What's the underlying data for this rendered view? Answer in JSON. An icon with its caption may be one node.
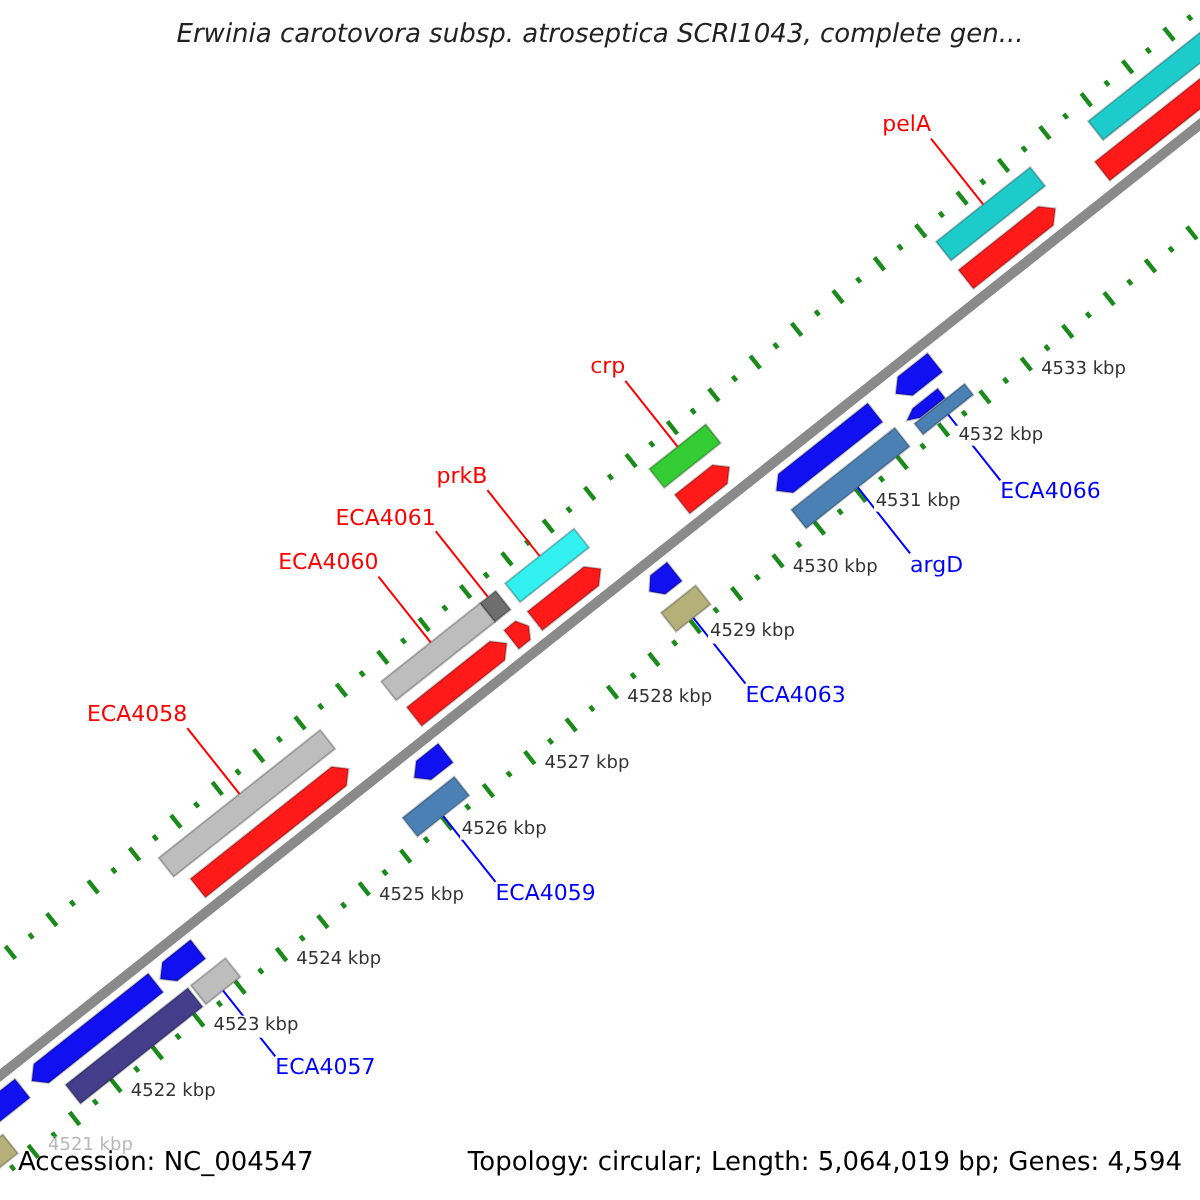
{
  "diagram": {
    "title": "Erwinia carotovora subsp. atroseptica SCRI1043, complete gen...",
    "nodes": [
      {
        "text": [
          "pelA"
        ]
      },
      {
        "text": [
          "crp"
        ]
      },
      {
        "text": [
          "prkB"
        ]
      },
      {
        "text": [
          "ECA4061"
        ]
      },
      {
        "text": [
          "ECA4066"
        ]
      },
      {
        "text": [
          "ECA4060"
        ]
      },
      {
        "text": [
          "argD"
        ]
      },
      {
        "text": [
          "ECA4058"
        ]
      },
      {
        "text": [
          "ECA4063"
        ]
      },
      {
        "text": [
          "ECA4059"
        ]
      },
      {
        "text": [
          "ECA4057"
        ]
      },
      {
        "text": [],
        "shape": "bar"
      },
      {
        "text": [],
        "shape": "bar"
      },
      {
        "text": [],
        "shape": "bar"
      },
      {
        "text": [],
        "shape": "bar"
      },
      {
        "text": [],
        "shape": "bar"
      },
      {
        "text": [],
        "shape": "bar"
      },
      {
        "text": [],
        "shape": "bar"
      },
      {
        "text": [],
        "shape": "bar"
      },
      {
        "text": [],
        "shape": "bar"
      },
      {
        "text": [],
        "shape": "bar"
      },
      {
        "text": [],
        "shape": "bar"
      }
    ],
    "edges": [
      {
        "from": 0,
        "to": 11,
        "arrow": "none"
      },
      {
        "from": 1,
        "to": 12,
        "arrow": "none"
      },
      {
        "from": 2,
        "to": 13,
        "arrow": "none"
      },
      {
        "from": 3,
        "to": 14,
        "arrow": "none"
      },
      {
        "from": 4,
        "to": 15,
        "arrow": "none",
        "color": "#0000ff"
      },
      {
        "from": 5,
        "to": 16,
        "arrow": "none"
      },
      {
        "from": 6,
        "to": 17,
        "arrow": "none",
        "color": "#0000ff"
      },
      {
        "from": 7,
        "to": 18,
        "arrow": "none"
      },
      {
        "from": 8,
        "to": 19,
        "arrow": "none",
        "color": "#0000ff"
      },
      {
        "from": 9,
        "to": 20,
        "arrow": "none",
        "color": "#0000ff"
      },
      {
        "from": 10,
        "to": 21,
        "arrow": "none",
        "color": "#0000ff"
      }
    ],
    "labels": [
      "4533 kbp",
      "4532 kbp",
      "4531 kbp",
      "4530 kbp",
      "4529 kbp",
      "4528 kbp",
      "4527 kbp",
      "4526 kbp",
      "4525 kbp",
      "4524 kbp",
      "4523 kbp",
      "4522 kbp",
      "4521 kbp",
      "Accession: NC_004547",
      "Topology: circular; Length: 5,064,019 bp; Genes: 4,594"
    ]
  }
}
